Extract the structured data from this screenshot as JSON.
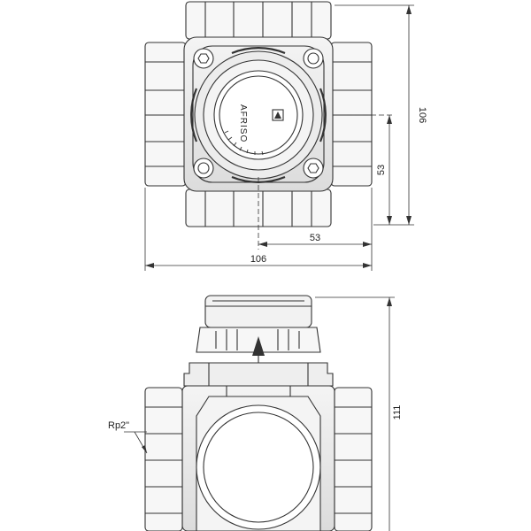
{
  "brand": "AFRISO",
  "dimensions": {
    "top_height": "106",
    "top_offset_vertical": "53",
    "top_offset_horizontal": "53",
    "top_width": "106",
    "side_height": "111",
    "thread_label": "Rp2\""
  }
}
